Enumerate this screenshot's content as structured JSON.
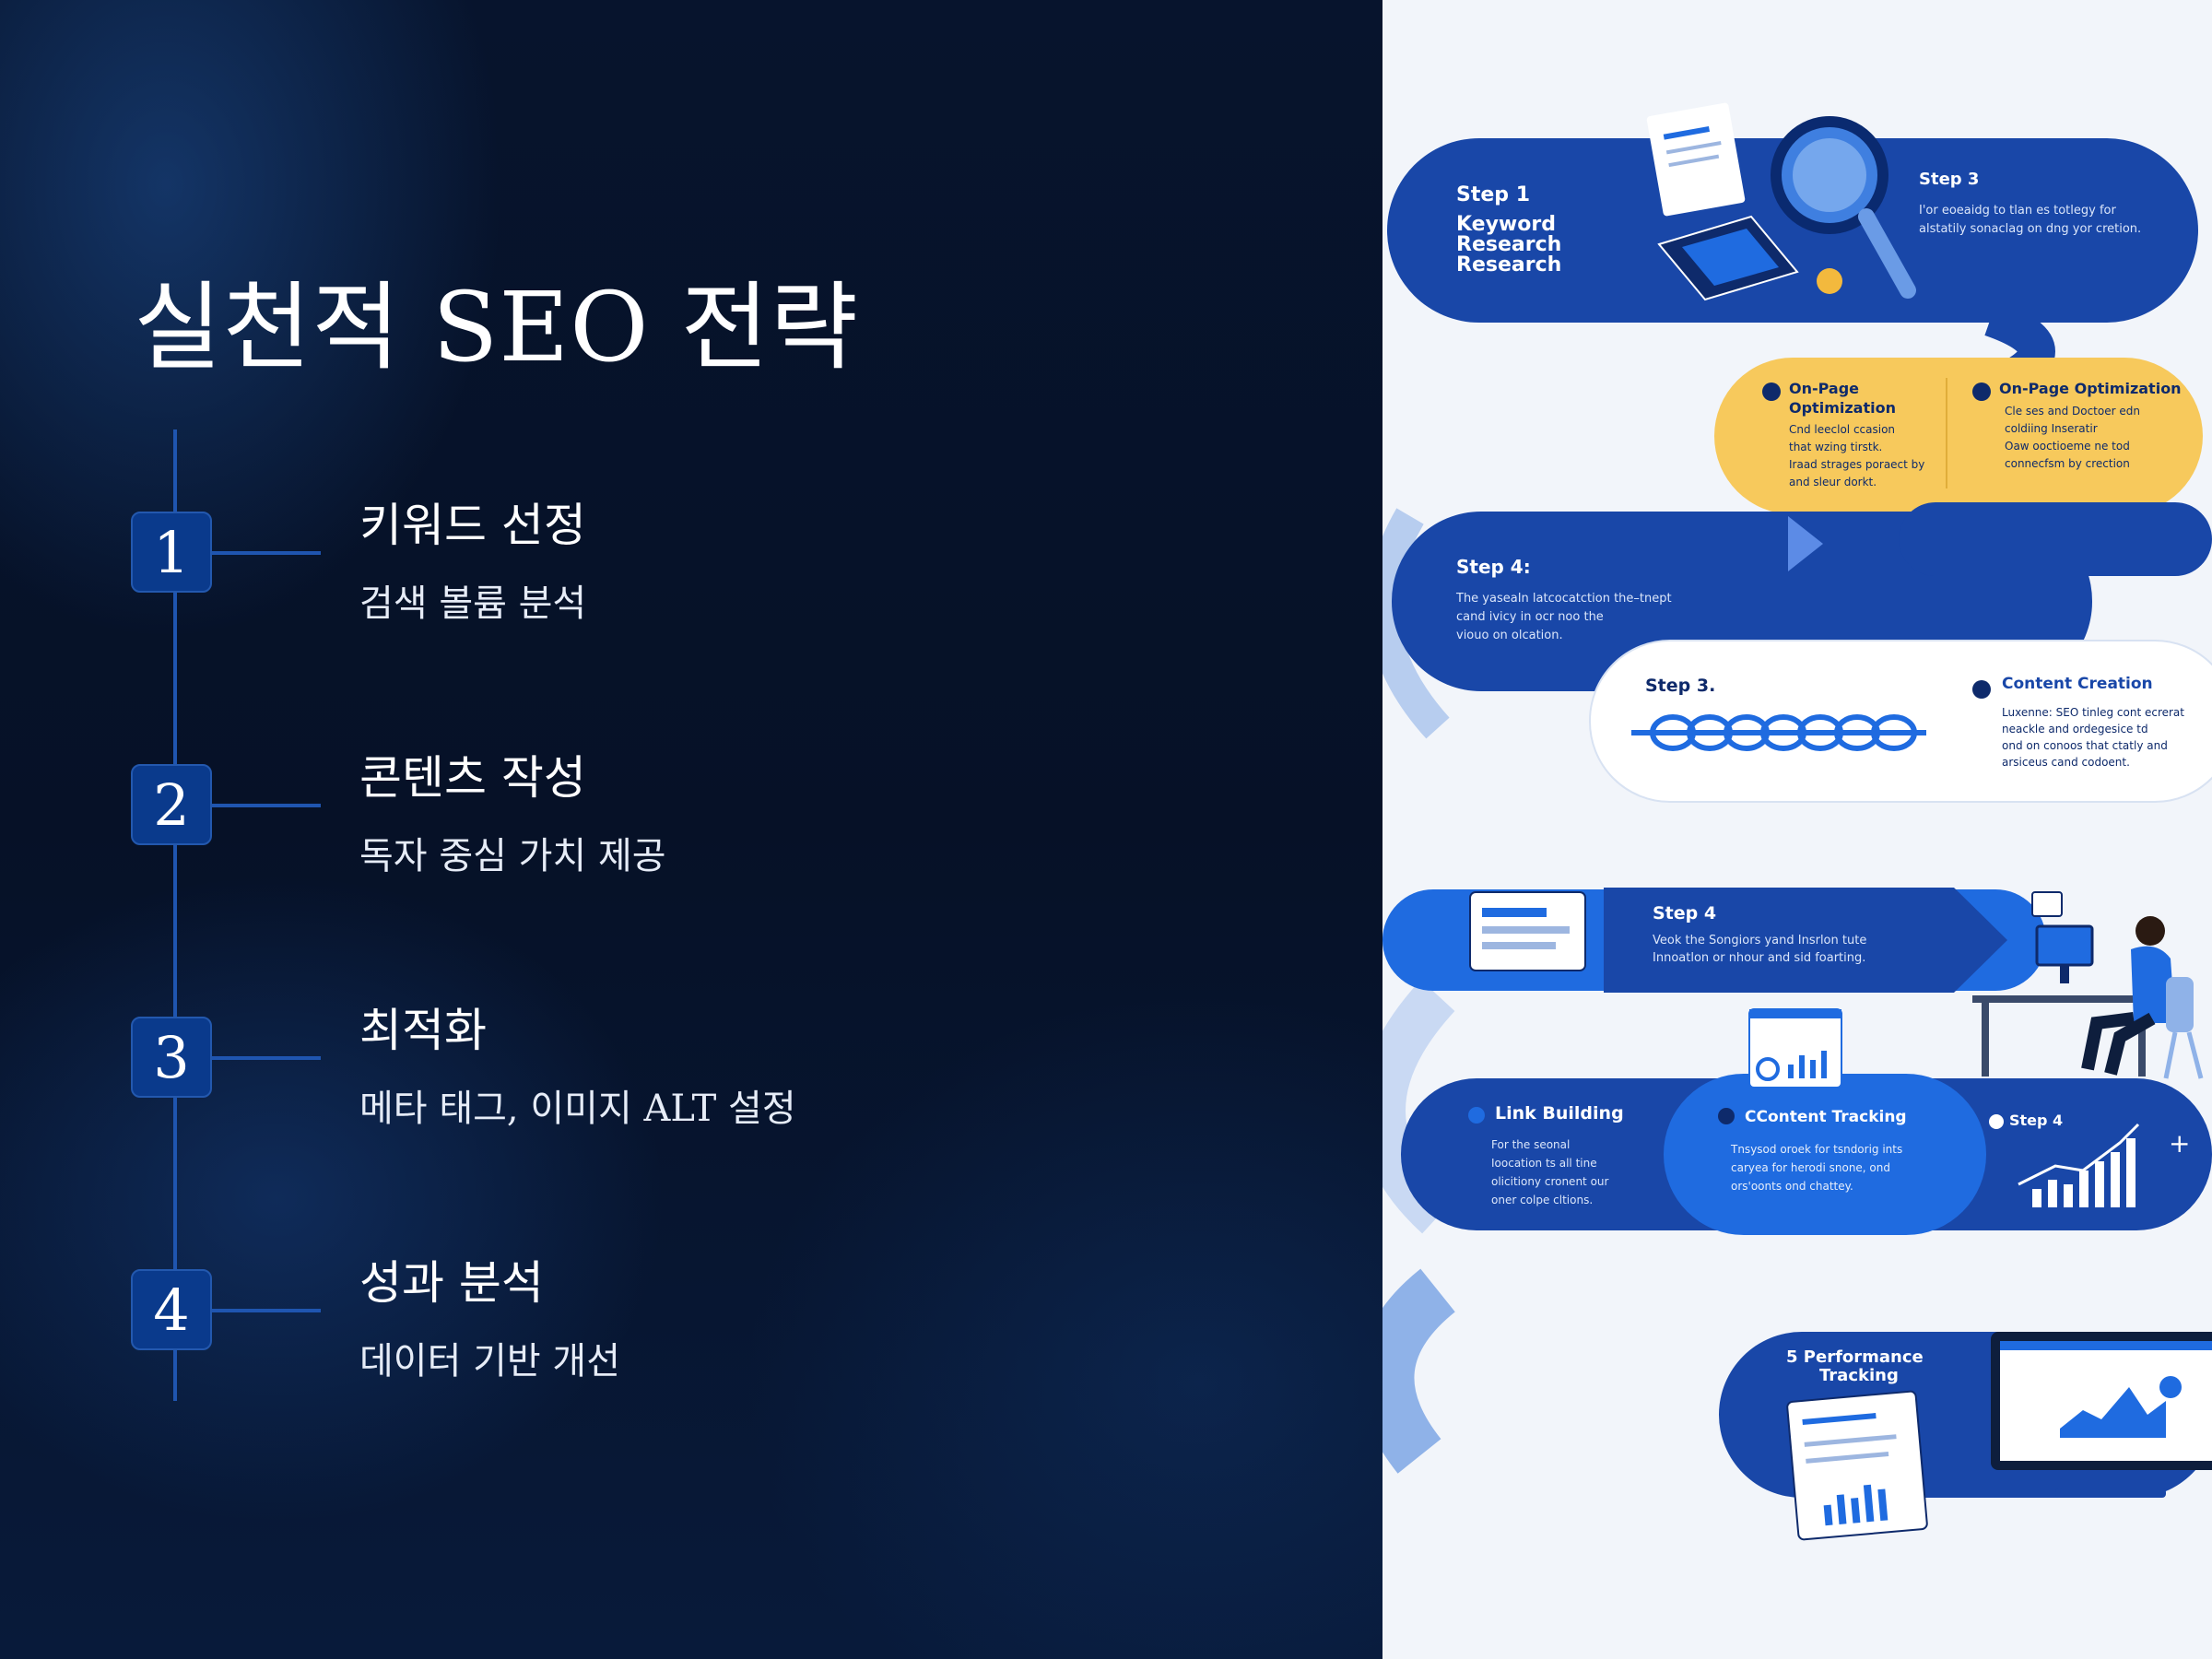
{
  "slide": {
    "title": "실천적 SEO 전략",
    "steps": [
      {
        "number": "1",
        "title": "키워드 선정",
        "desc": "검색 볼륨 분석"
      },
      {
        "number": "2",
        "title": "콘텐츠 작성",
        "desc": "독자 중심 가치 제공"
      },
      {
        "number": "3",
        "title": "최적화",
        "desc": "메타 태그, 이미지 ALT 설정"
      },
      {
        "number": "4",
        "title": "성과 분석",
        "desc": "데이터 기반 개선"
      }
    ]
  },
  "infographic": {
    "colors": {
      "navy": "#1947a8",
      "blue": "#1f6be0",
      "yellow": "#f7c95c",
      "white": "#ffffff",
      "light_blue": "#8fb2e8"
    },
    "band1": {
      "step_label": "Step 1",
      "title_lines": [
        "Keyword",
        "Research",
        "Research"
      ],
      "right_label": "Step 3",
      "right_lines": [
        "I'or eoeaidg to tlan es totlegy for",
        "alstatily sonaclag on dng yor cretion."
      ]
    },
    "band2": {
      "left_title": [
        "On-Page",
        "Optimization"
      ],
      "left_bullets": [
        "Cnd leeclol ccasion",
        "that wzing tirstk.",
        "Iraad strages poraect by",
        "and sleur dorkt."
      ],
      "right_title": "On-Page Optimization",
      "right_bullets": [
        "Cle ses and Doctoer edn",
        "coldiing Inseratir",
        "Oaw ooctioeme ne tod",
        "connecfsm by crection"
      ]
    },
    "band3": {
      "step_label": "Step 4:",
      "lines": [
        "The yaseaIn latcocatction the–tnept",
        "cand ivicy in ocr noo the",
        "viouo on olcation."
      ]
    },
    "band4": {
      "step_label": "Step 3.",
      "title": "Content Creation",
      "bullets": [
        "Luxenne: SEO tinleg cont ecrerat",
        "neackle and ordegesice td",
        "ond on conoos that ctatly and",
        "arsiceus cand codoent."
      ]
    },
    "band5": {
      "step_label": "Step 4",
      "lines": [
        "Veok the Songiors yand Insrlon tute",
        "Innoatlon or nhour and sid foarting."
      ]
    },
    "band6": {
      "link_title": "Link Building",
      "link_bullets": [
        "For the seonal",
        "Ioocation ts all tine",
        "olicitiony cronent our",
        "oner colpe cltions."
      ],
      "content_title": "CContent Tracking",
      "content_bullets": [
        "Tnsysod oroek for tsndorig ints",
        "caryea for herodi snone, ond",
        "ors'oonts ond chattey."
      ],
      "step_label": "Step 4"
    },
    "band7": {
      "title_lines": [
        "5 Performance",
        "Tracking"
      ]
    }
  }
}
